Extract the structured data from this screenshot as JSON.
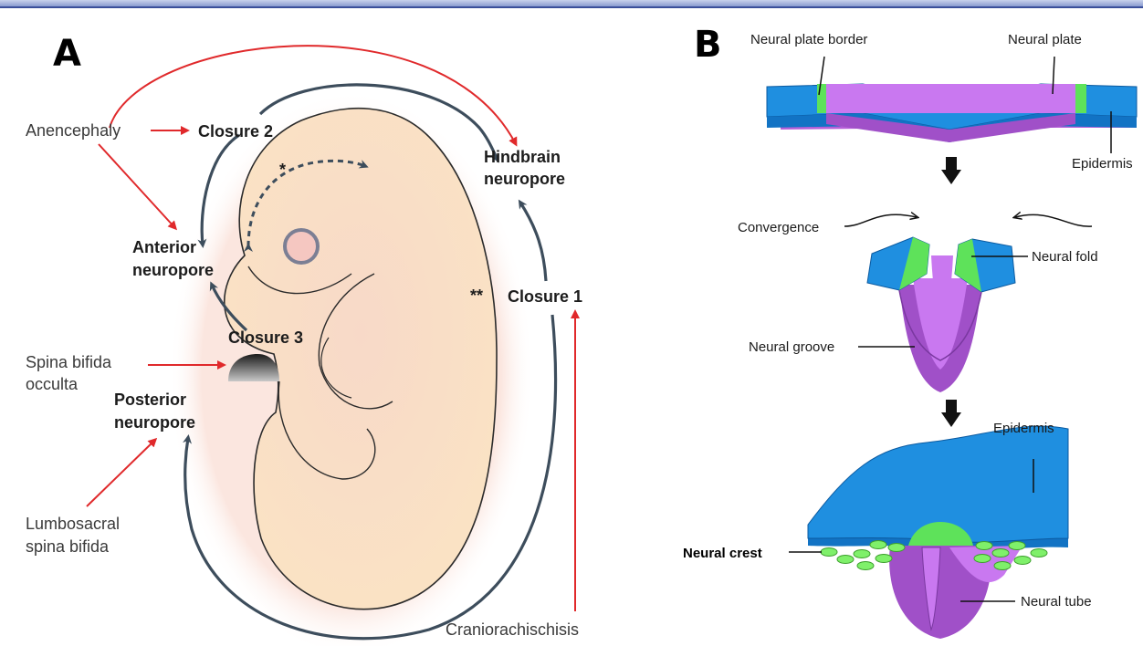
{
  "panels": {
    "a": {
      "letter": "A",
      "labels": {
        "anencephaly": "Anencephaly",
        "closure_2": "Closure 2",
        "hindbrain_1": "Hindbrain",
        "hindbrain_2": "neuropore",
        "anterior_1": "Anterior",
        "anterior_2": "neuropore",
        "double_star": "**",
        "single_star": "*",
        "closure_1": "Closure 1",
        "closure_3": "Closure 3",
        "spina_occulta_1": "Spina bifida",
        "spina_occulta_2": "occulta",
        "posterior_1": "Posterior",
        "posterior_2": "neuropore",
        "lumbosacral_1": "Lumbosacral",
        "lumbosacral_2": "spina bifida",
        "craniorachischisis": "Craniorachischisis"
      }
    },
    "b": {
      "letter": "B",
      "labels": {
        "neural_plate_border": "Neural plate border",
        "neural_plate": "Neural plate",
        "epidermis_top": "Epidermis",
        "convergence": "Convergence",
        "neural_fold": "Neural fold",
        "neural_groove": "Neural groove",
        "epidermis_bottom": "Epidermis",
        "neural_crest": "Neural crest",
        "neural_tube": "Neural tube"
      }
    }
  },
  "colors": {
    "epidermis_blue": "#1f8fe0",
    "neural_plate_purple": "#c978f0",
    "neural_plate_border_green": "#5ee25a",
    "neural_crest_green": "#7ff06a",
    "red_arrow": "#e0292b",
    "dark_arrow": "#3d4d5c"
  }
}
